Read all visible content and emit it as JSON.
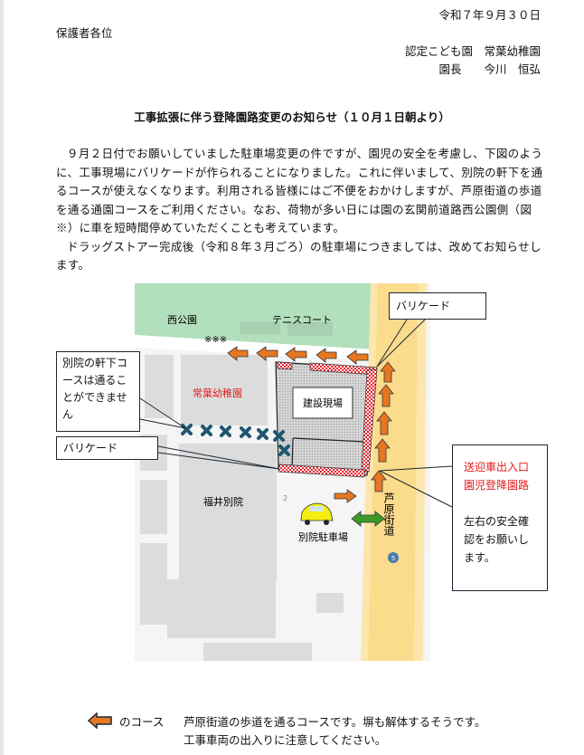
{
  "header": {
    "date": "令和７年９月３０日",
    "recipient": "保護者各位",
    "sender_org": "認定こども園　常葉幼稚園",
    "sender_name": "園長　　今川　恒弘"
  },
  "title": "工事拡張に伴う登降園路変更のお知らせ（１０月１日朝より）",
  "body": [
    "９月２日付でお願いしていました駐車場変更の件ですが、園児の安全を考慮し、下図のように、工事現場にバリケードが作られることになりました。これに伴いまして、別院の軒下を通るコースが使えなくなります。利用される皆様にはご不便をおかけしますが、芦原街道の歩道を通る通園コースをご利用ください。なお、荷物が多い日には園の玄関前道路西公園側（図※）に車を短時間停めていただくことも考えています。",
    "ドラッグストアー完成後（令和８年３月ごろ）の駐車場につきましては、改めてお知らせします。"
  ],
  "map": {
    "labels": {
      "park": "西公園",
      "tennis": "テニスコート",
      "marks": "※※※",
      "kindergarten": "常葉幼稚園",
      "site": "建設現場",
      "temple": "福井別院",
      "parking": "別院駐車場",
      "road": "芦原街道",
      "lot_number": "2",
      "route_number": "5"
    },
    "callouts": {
      "no_route": "別院の軒下コースは通ることができません",
      "barricade_left": "バリケード",
      "barricade_top": "バリケード",
      "entrance_line1": "送迎車出入口",
      "entrance_line2": "園児登降園路",
      "safety": "左右の安全確認をお願いします。"
    },
    "colors": {
      "arrow": "#e87722",
      "barricade": "#e8202a",
      "cross": "#1f5670",
      "park": "#b2e0bc",
      "road": "#fbdf96",
      "two_way": "#3b9a2a"
    }
  },
  "legend": {
    "icon": "left-arrow-icon",
    "label": "のコース",
    "line1": "芦原街道の歩道を通るコースです。塀も解体するそうです。",
    "line2": "工事車両の出入りに注意してください。"
  }
}
